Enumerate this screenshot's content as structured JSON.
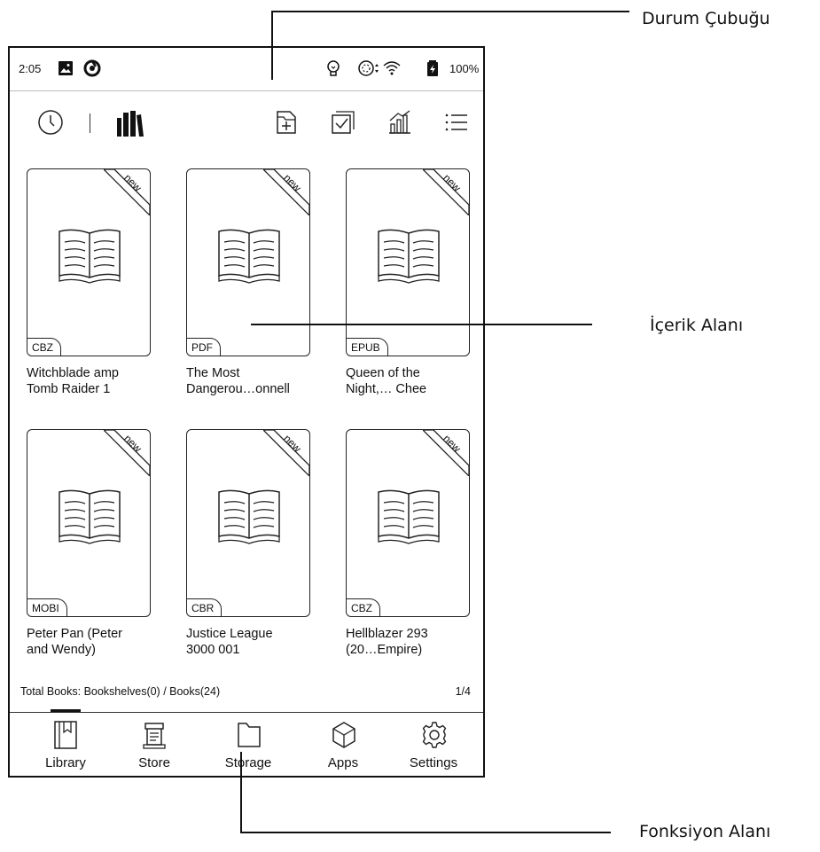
{
  "status_bar": {
    "time": "2:05",
    "icons": [
      "image-icon",
      "sync-app-icon",
      "frontlight-icon",
      "refresh-icon",
      "wifi-icon",
      "battery-icon"
    ],
    "battery_percent": "100%"
  },
  "toolbar": {
    "icons": [
      "recent-icon",
      "bookshelf-icon",
      "new-folder-icon",
      "select-icon",
      "statistics-icon",
      "list-view-icon"
    ]
  },
  "books": [
    {
      "title_line1": "Witchblade amp",
      "title_line2": "Tomb Raider 1",
      "format": "CBZ",
      "badge": "new"
    },
    {
      "title_line1": "The Most",
      "title_line2": "Dangerou…onnell",
      "format": "PDF",
      "badge": "new"
    },
    {
      "title_line1": "Queen of the",
      "title_line2": "Night,… Chee",
      "format": "EPUB",
      "badge": "new"
    },
    {
      "title_line1": "Peter Pan (Peter",
      "title_line2": "and Wendy)",
      "format": "MOBI",
      "badge": "new"
    },
    {
      "title_line1": "Justice League",
      "title_line2": "3000 001",
      "format": "CBR",
      "badge": "new"
    },
    {
      "title_line1": "Hellblazer 293",
      "title_line2": "(20…Empire)",
      "format": "CBZ",
      "badge": "new"
    }
  ],
  "footer": {
    "total_books": "Total Books: Bookshelves(0) / Books(24)",
    "page": "1/4"
  },
  "nav": {
    "items": [
      {
        "label": "Library",
        "icon": "library-icon",
        "active": true
      },
      {
        "label": "Store",
        "icon": "store-icon",
        "active": false
      },
      {
        "label": "Storage",
        "icon": "storage-icon",
        "active": false
      },
      {
        "label": "Apps",
        "icon": "apps-icon",
        "active": false
      },
      {
        "label": "Settings",
        "icon": "settings-icon",
        "active": false
      }
    ]
  },
  "callouts": {
    "status_bar": "Durum Çubuğu",
    "content_area": "İçerik Alanı",
    "function_area": "Fonksiyon Alanı"
  }
}
